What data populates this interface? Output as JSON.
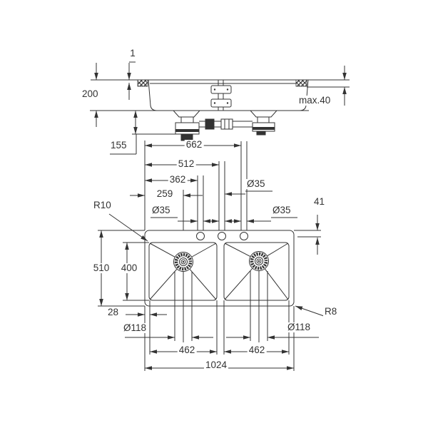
{
  "side_view": {
    "rim_height": "1",
    "depth": "200",
    "counter_max": "max.40",
    "drain_height": "155"
  },
  "top_view": {
    "hole_far": "662",
    "hole_mid": "512",
    "hole_near": "362",
    "drain_offset": "259",
    "hole_dia_left": "Ø35",
    "hole_dia_mid": "Ø35",
    "hole_dia_right": "Ø35",
    "bowl_radius": "R10",
    "rear_ledge": "41",
    "total_depth": "510",
    "bowl_depth": "400",
    "rim_width": "28",
    "waste_dia_left": "Ø118",
    "waste_dia_right": "Ø118",
    "bowl_width_left": "462",
    "bowl_width_right": "462",
    "total_width": "1024",
    "corner_radius": "R8"
  },
  "colors": {
    "line": "#333333",
    "background": "#ffffff"
  }
}
